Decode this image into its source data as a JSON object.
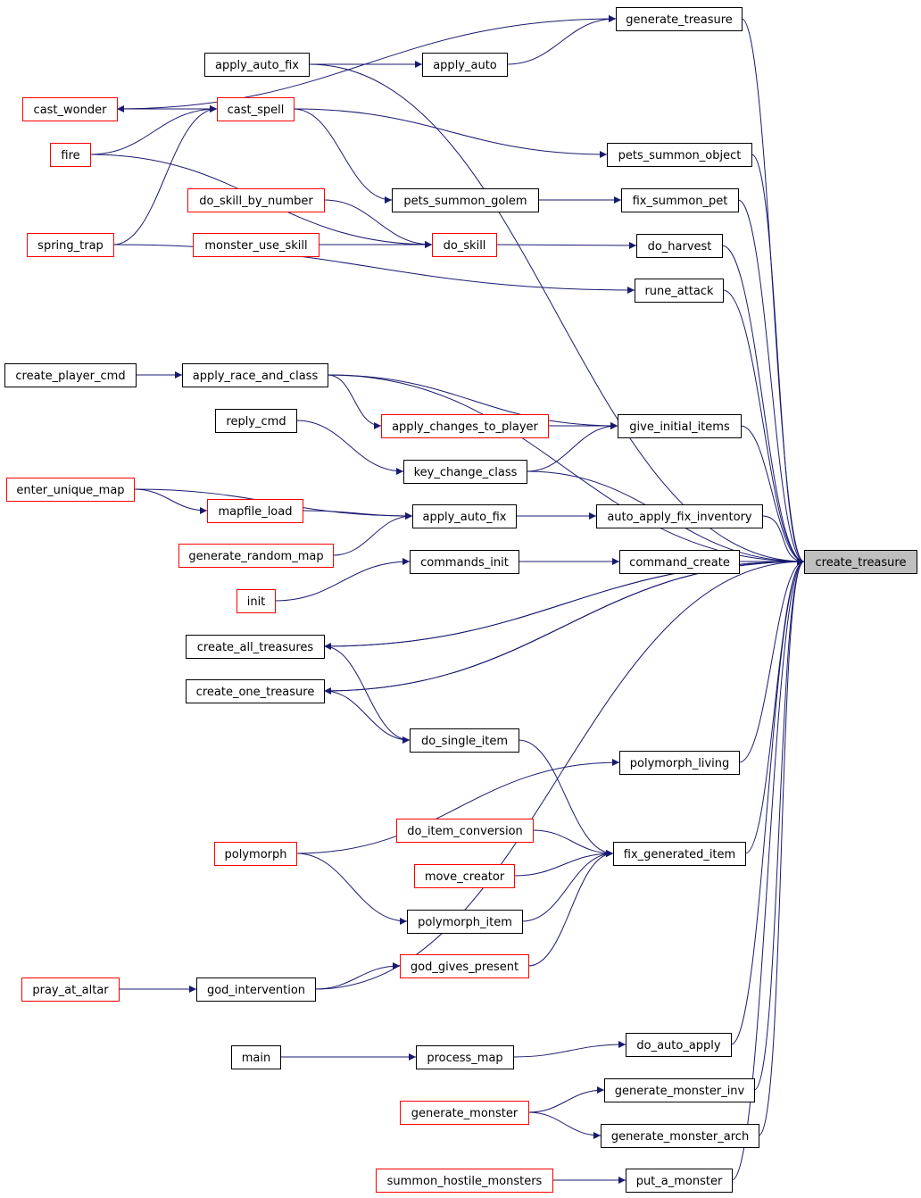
{
  "colors": {
    "edge": "#191970",
    "node_border": "#000000",
    "node_border_link": "#ff0000",
    "focus_fill": "#bfbfbf"
  },
  "nodes": {
    "generate_treasure": {
      "label": "generate_treasure",
      "style": "black"
    },
    "apply_auto_fix": {
      "label": "apply_auto_fix",
      "style": "black"
    },
    "apply_auto": {
      "label": "apply_auto",
      "style": "black"
    },
    "cast_wonder": {
      "label": "cast_wonder",
      "style": "red"
    },
    "cast_spell": {
      "label": "cast_spell",
      "style": "red"
    },
    "fire": {
      "label": "fire",
      "style": "red"
    },
    "pets_summon_object": {
      "label": "pets_summon_object",
      "style": "black"
    },
    "do_skill_by_number": {
      "label": "do_skill_by_number",
      "style": "red"
    },
    "pets_summon_golem": {
      "label": "pets_summon_golem",
      "style": "black"
    },
    "fix_summon_pet": {
      "label": "fix_summon_pet",
      "style": "black"
    },
    "monster_use_skill": {
      "label": "monster_use_skill",
      "style": "red"
    },
    "do_skill": {
      "label": "do_skill",
      "style": "red"
    },
    "do_harvest": {
      "label": "do_harvest",
      "style": "black"
    },
    "spring_trap": {
      "label": "spring_trap",
      "style": "red"
    },
    "rune_attack": {
      "label": "rune_attack",
      "style": "black"
    },
    "create_player_cmd": {
      "label": "create_player_cmd",
      "style": "black"
    },
    "apply_race_and_class": {
      "label": "apply_race_and_class",
      "style": "black"
    },
    "reply_cmd": {
      "label": "reply_cmd",
      "style": "black"
    },
    "apply_changes_to_player": {
      "label": "apply_changes_to_player",
      "style": "red"
    },
    "give_initial_items": {
      "label": "give_initial_items",
      "style": "black"
    },
    "key_change_class": {
      "label": "key_change_class",
      "style": "black"
    },
    "enter_unique_map": {
      "label": "enter_unique_map",
      "style": "red"
    },
    "mapfile_load": {
      "label": "mapfile_load",
      "style": "red"
    },
    "apply_auto_fix_2": {
      "label": "apply_auto_fix",
      "style": "black"
    },
    "auto_apply_fix_inventory": {
      "label": "auto_apply_fix_inventory",
      "style": "black"
    },
    "generate_random_map": {
      "label": "generate_random_map",
      "style": "red"
    },
    "commands_init": {
      "label": "commands_init",
      "style": "black"
    },
    "command_create": {
      "label": "command_create",
      "style": "black"
    },
    "create_treasure": {
      "label": "create_treasure",
      "style": "focus"
    },
    "init": {
      "label": "init",
      "style": "red"
    },
    "create_all_treasures": {
      "label": "create_all_treasures",
      "style": "black"
    },
    "create_one_treasure": {
      "label": "create_one_treasure",
      "style": "black"
    },
    "do_single_item": {
      "label": "do_single_item",
      "style": "black"
    },
    "polymorph_living": {
      "label": "polymorph_living",
      "style": "black"
    },
    "do_item_conversion": {
      "label": "do_item_conversion",
      "style": "red"
    },
    "polymorph": {
      "label": "polymorph",
      "style": "red"
    },
    "fix_generated_item": {
      "label": "fix_generated_item",
      "style": "black"
    },
    "move_creator": {
      "label": "move_creator",
      "style": "red"
    },
    "polymorph_item": {
      "label": "polymorph_item",
      "style": "black"
    },
    "god_gives_present": {
      "label": "god_gives_present",
      "style": "red"
    },
    "pray_at_altar": {
      "label": "pray_at_altar",
      "style": "red"
    },
    "god_intervention": {
      "label": "god_intervention",
      "style": "black"
    },
    "main": {
      "label": "main",
      "style": "black"
    },
    "process_map": {
      "label": "process_map",
      "style": "black"
    },
    "do_auto_apply": {
      "label": "do_auto_apply",
      "style": "black"
    },
    "generate_monster_inv": {
      "label": "generate_monster_inv",
      "style": "black"
    },
    "generate_monster": {
      "label": "generate_monster",
      "style": "red"
    },
    "generate_monster_arch": {
      "label": "generate_monster_arch",
      "style": "black"
    },
    "summon_hostile_monsters": {
      "label": "summon_hostile_monsters",
      "style": "red"
    },
    "put_a_monster": {
      "label": "put_a_monster",
      "style": "black"
    }
  },
  "edges": [
    [
      "generate_treasure",
      "create_treasure"
    ],
    [
      "apply_auto",
      "generate_treasure"
    ],
    [
      "apply_auto_fix",
      "apply_auto"
    ],
    [
      "apply_auto_fix",
      "create_treasure"
    ],
    [
      "cast_spell",
      "cast_wonder"
    ],
    [
      "cast_wonder",
      "cast_spell"
    ],
    [
      "cast_wonder",
      "generate_treasure"
    ],
    [
      "fire",
      "cast_spell"
    ],
    [
      "spring_trap",
      "cast_spell"
    ],
    [
      "cast_spell",
      "pets_summon_object"
    ],
    [
      "cast_spell",
      "pets_summon_golem"
    ],
    [
      "pets_summon_object",
      "create_treasure"
    ],
    [
      "pets_summon_golem",
      "fix_summon_pet"
    ],
    [
      "fix_summon_pet",
      "create_treasure"
    ],
    [
      "fire",
      "do_skill"
    ],
    [
      "do_skill_by_number",
      "do_skill"
    ],
    [
      "monster_use_skill",
      "do_skill"
    ],
    [
      "do_skill",
      "do_harvest"
    ],
    [
      "do_harvest",
      "create_treasure"
    ],
    [
      "spring_trap",
      "rune_attack"
    ],
    [
      "rune_attack",
      "create_treasure"
    ],
    [
      "create_player_cmd",
      "apply_race_and_class"
    ],
    [
      "apply_race_and_class",
      "create_treasure"
    ],
    [
      "apply_race_and_class",
      "apply_changes_to_player"
    ],
    [
      "apply_race_and_class",
      "give_initial_items"
    ],
    [
      "apply_changes_to_player",
      "give_initial_items"
    ],
    [
      "reply_cmd",
      "key_change_class"
    ],
    [
      "key_change_class",
      "give_initial_items"
    ],
    [
      "key_change_class",
      "create_treasure"
    ],
    [
      "give_initial_items",
      "create_treasure"
    ],
    [
      "enter_unique_map",
      "mapfile_load"
    ],
    [
      "enter_unique_map",
      "apply_auto_fix_2"
    ],
    [
      "mapfile_load",
      "apply_auto_fix_2"
    ],
    [
      "generate_random_map",
      "apply_auto_fix_2"
    ],
    [
      "apply_auto_fix_2",
      "auto_apply_fix_inventory"
    ],
    [
      "auto_apply_fix_inventory",
      "create_treasure"
    ],
    [
      "init",
      "commands_init"
    ],
    [
      "commands_init",
      "command_create"
    ],
    [
      "command_create",
      "create_treasure"
    ],
    [
      "create_treasure",
      "create_all_treasures"
    ],
    [
      "create_all_treasures",
      "create_treasure"
    ],
    [
      "create_treasure",
      "create_one_treasure"
    ],
    [
      "create_one_treasure",
      "create_treasure"
    ],
    [
      "create_all_treasures",
      "do_single_item"
    ],
    [
      "create_one_treasure",
      "do_single_item"
    ],
    [
      "do_single_item",
      "fix_generated_item"
    ],
    [
      "polymorph",
      "polymorph_living"
    ],
    [
      "polymorph_living",
      "create_treasure"
    ],
    [
      "do_item_conversion",
      "fix_generated_item"
    ],
    [
      "move_creator",
      "fix_generated_item"
    ],
    [
      "polymorph",
      "polymorph_item"
    ],
    [
      "polymorph_item",
      "fix_generated_item"
    ],
    [
      "god_gives_present",
      "fix_generated_item"
    ],
    [
      "fix_generated_item",
      "create_treasure"
    ],
    [
      "pray_at_altar",
      "god_intervention"
    ],
    [
      "god_intervention",
      "god_gives_present"
    ],
    [
      "god_intervention",
      "create_treasure"
    ],
    [
      "main",
      "process_map"
    ],
    [
      "process_map",
      "do_auto_apply"
    ],
    [
      "do_auto_apply",
      "create_treasure"
    ],
    [
      "generate_monster",
      "generate_monster_inv"
    ],
    [
      "generate_monster",
      "generate_monster_arch"
    ],
    [
      "generate_monster_inv",
      "create_treasure"
    ],
    [
      "generate_monster_arch",
      "create_treasure"
    ],
    [
      "summon_hostile_monsters",
      "put_a_monster"
    ],
    [
      "put_a_monster",
      "create_treasure"
    ]
  ]
}
